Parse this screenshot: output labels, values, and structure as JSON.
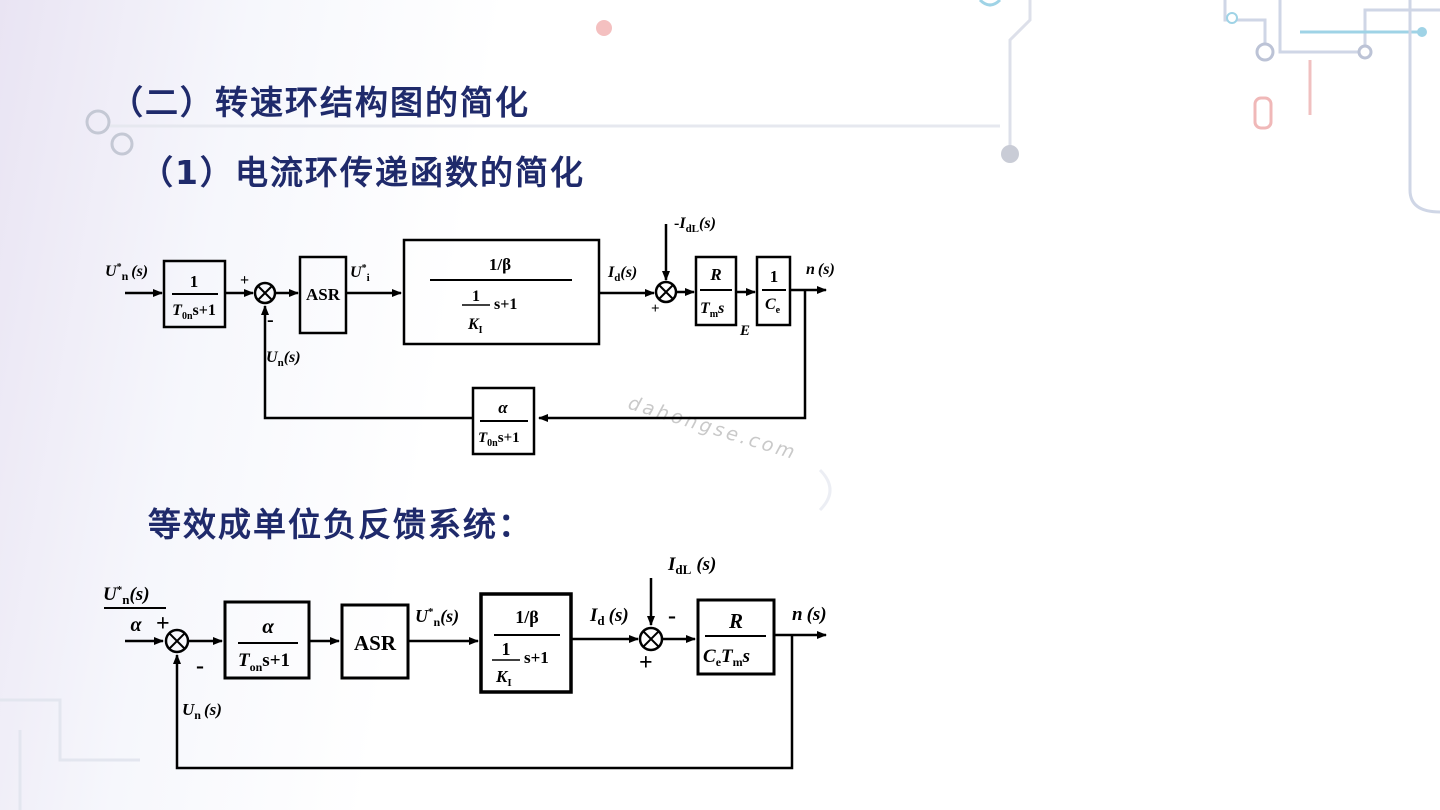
{
  "title": "（二）转速环结构图的简化",
  "subtitle": "（1）电流环传递函数的简化",
  "section_label": "等效成单位负反馈系统：",
  "watermark": "dahongse.com",
  "colors": {
    "heading": "#1f2a6b",
    "line": "#000000"
  },
  "diagram1": {
    "input": {
      "main": "U",
      "sup": "*",
      "sub": "n",
      "arg": "(s)"
    },
    "filter": {
      "num": "1",
      "den_main": "T",
      "den_sub": "0n",
      "den_tail": "s+1"
    },
    "sum1_plus": "+",
    "sum1_minus": "-",
    "asr": "ASR",
    "ui": {
      "main": "U",
      "sup": "*",
      "sub": "i"
    },
    "current_loop": {
      "num": "1/β",
      "inner_num": "1",
      "inner_den_main": "K",
      "inner_den_sub": "I",
      "tail": "s+1"
    },
    "id": {
      "main": "I",
      "sub": "d",
      "arg": "(s)"
    },
    "disturbance": {
      "prefix": "-",
      "main": "I",
      "sub": "dL",
      "arg": "(s)"
    },
    "sum2_plus": "+",
    "rtm": {
      "num": "R",
      "den_main": "T",
      "den_sub": "m",
      "den_tail": "s"
    },
    "e_label": "E",
    "ce": {
      "num": "1",
      "den_main": "C",
      "den_sub": "e"
    },
    "output": {
      "main": "n",
      "arg": "(s)"
    },
    "feedback": {
      "num": "α",
      "den_main": "T",
      "den_sub": "0n",
      "den_tail": "s+1"
    },
    "un": {
      "main": "U",
      "sub": "n",
      "arg": "(s)"
    }
  },
  "diagram2": {
    "input": {
      "main": "U",
      "sup": "*",
      "sub": "n",
      "arg": "(s)",
      "den": "α"
    },
    "sum1_plus": "+",
    "sum1_minus": "-",
    "filter": {
      "num": "α",
      "den_main": "T",
      "den_sub": "on",
      "den_tail": "s+1"
    },
    "asr": "ASR",
    "un_star": {
      "main": "U",
      "sup": "*",
      "sub": "n",
      "arg": "(s)"
    },
    "current_loop": {
      "num": "1/β",
      "inner_num": "1",
      "inner_den_main": "K",
      "inner_den_sub": "I",
      "tail": "s+1"
    },
    "id": {
      "main": "I",
      "sub": "d",
      "arg": "(s)"
    },
    "disturbance": {
      "main": "I",
      "sub": "dL",
      "arg": "(s)"
    },
    "sum2_minus": "-",
    "sum2_plus": "+",
    "plant": {
      "num": "R",
      "den_c": "C",
      "den_csub": "e",
      "den_t": "T",
      "den_tsub": "m",
      "den_tail": "s"
    },
    "output": {
      "main": "n",
      "arg": "(s)"
    },
    "un": {
      "main": "U",
      "sub": "n",
      "arg": "(s)"
    }
  }
}
